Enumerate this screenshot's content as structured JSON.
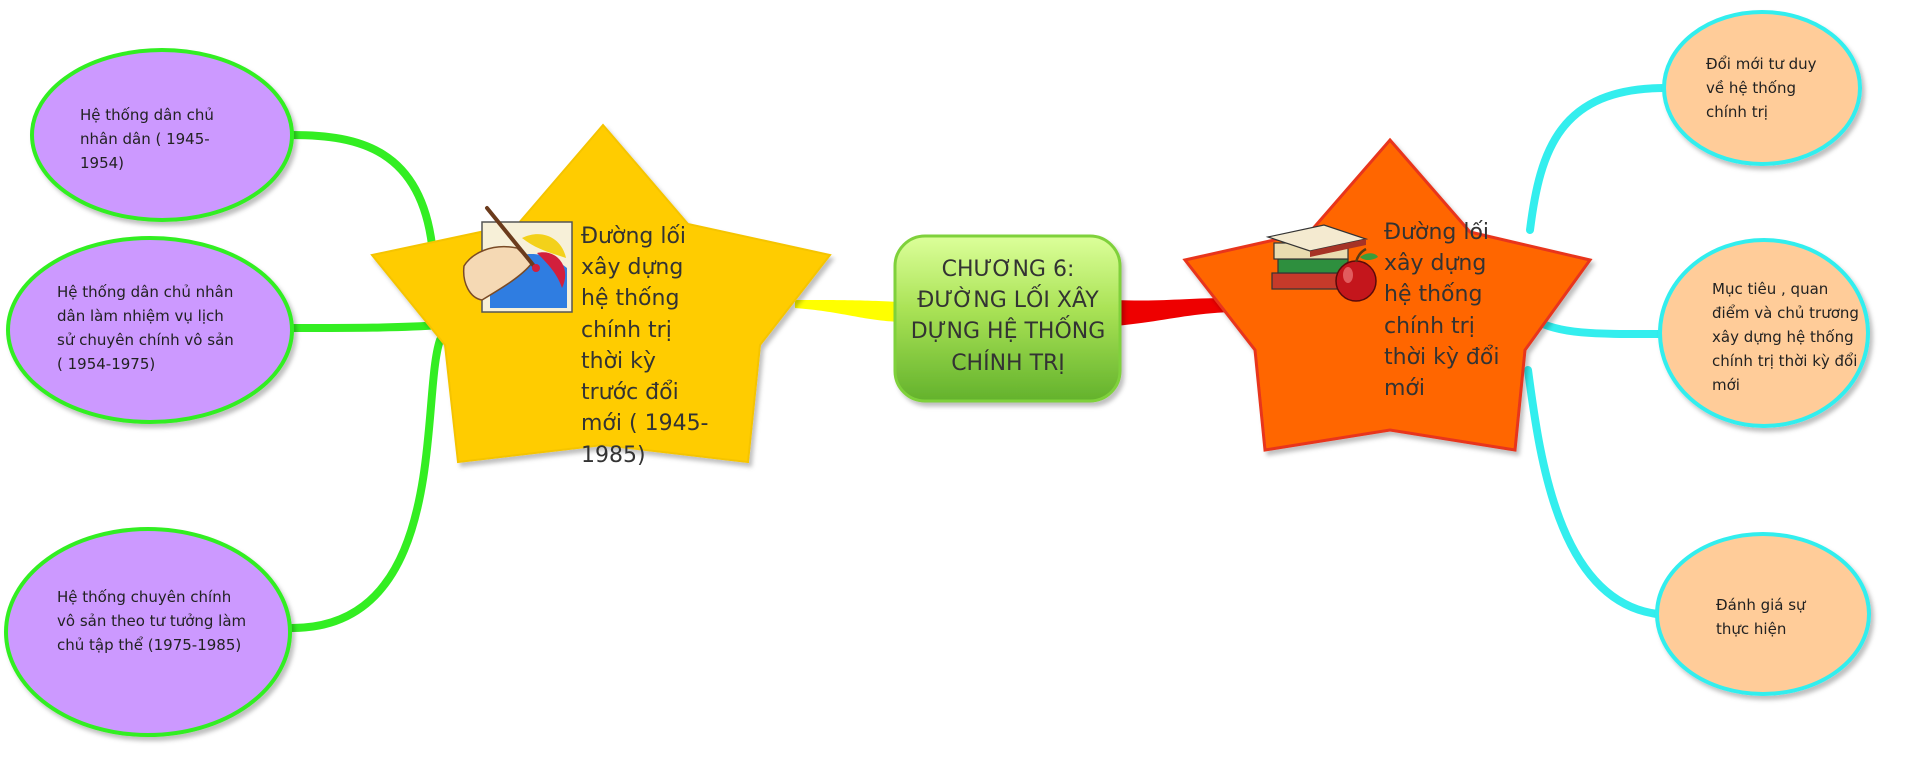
{
  "diagram": {
    "center": {
      "title": "CHƯƠNG 6: ĐƯỜNG LỐI XÂY DỰNG HỆ THỐNG CHÍNH TRỊ"
    },
    "left_star": {
      "title": "Đường lối xây dựng hệ thống chính trị thời kỳ trước đổi mới ( 1945-1985)"
    },
    "right_star": {
      "title": "Đường lối xây dựng hệ thống chính trị thời kỳ đổi mới"
    },
    "left_nodes": [
      {
        "text": "Hệ thống dân chủ nhân dân ( 1945-1954)"
      },
      {
        "text": "Hệ thống dân chủ nhân dân làm nhiệm vụ lịch sử chuyên chính vô sản ( 1954-1975)"
      },
      {
        "text": "Hệ thống chuyên chính vô sản theo tư tưởng làm chủ tập thể (1975-1985)"
      }
    ],
    "right_nodes": [
      {
        "text": "Đổi mới tư duy về hệ thống chính trị"
      },
      {
        "text": "Mục tiêu , quan điểm và chủ trương xây dựng hệ thống chính trị thời kỳ đổi mới"
      },
      {
        "text": "Đánh giá sự thực hiện"
      }
    ]
  },
  "colors": {
    "center_fill_top": "#c8f57a",
    "center_fill_bottom": "#6fc232",
    "left_star_fill": "#ffcc00",
    "right_star_fill": "#ff6600",
    "right_star_stroke": "#e8341c",
    "left_node_fill": "#cc99ff",
    "left_connector": "#33ee22",
    "right_node_fill": "#ffcc99",
    "right_connector": "#33eeee",
    "left_branch": "#ffff00",
    "right_branch": "#ee0000"
  },
  "icons": {
    "left_star": "paint-brush-hand-icon",
    "right_star": "books-apple-icon"
  }
}
